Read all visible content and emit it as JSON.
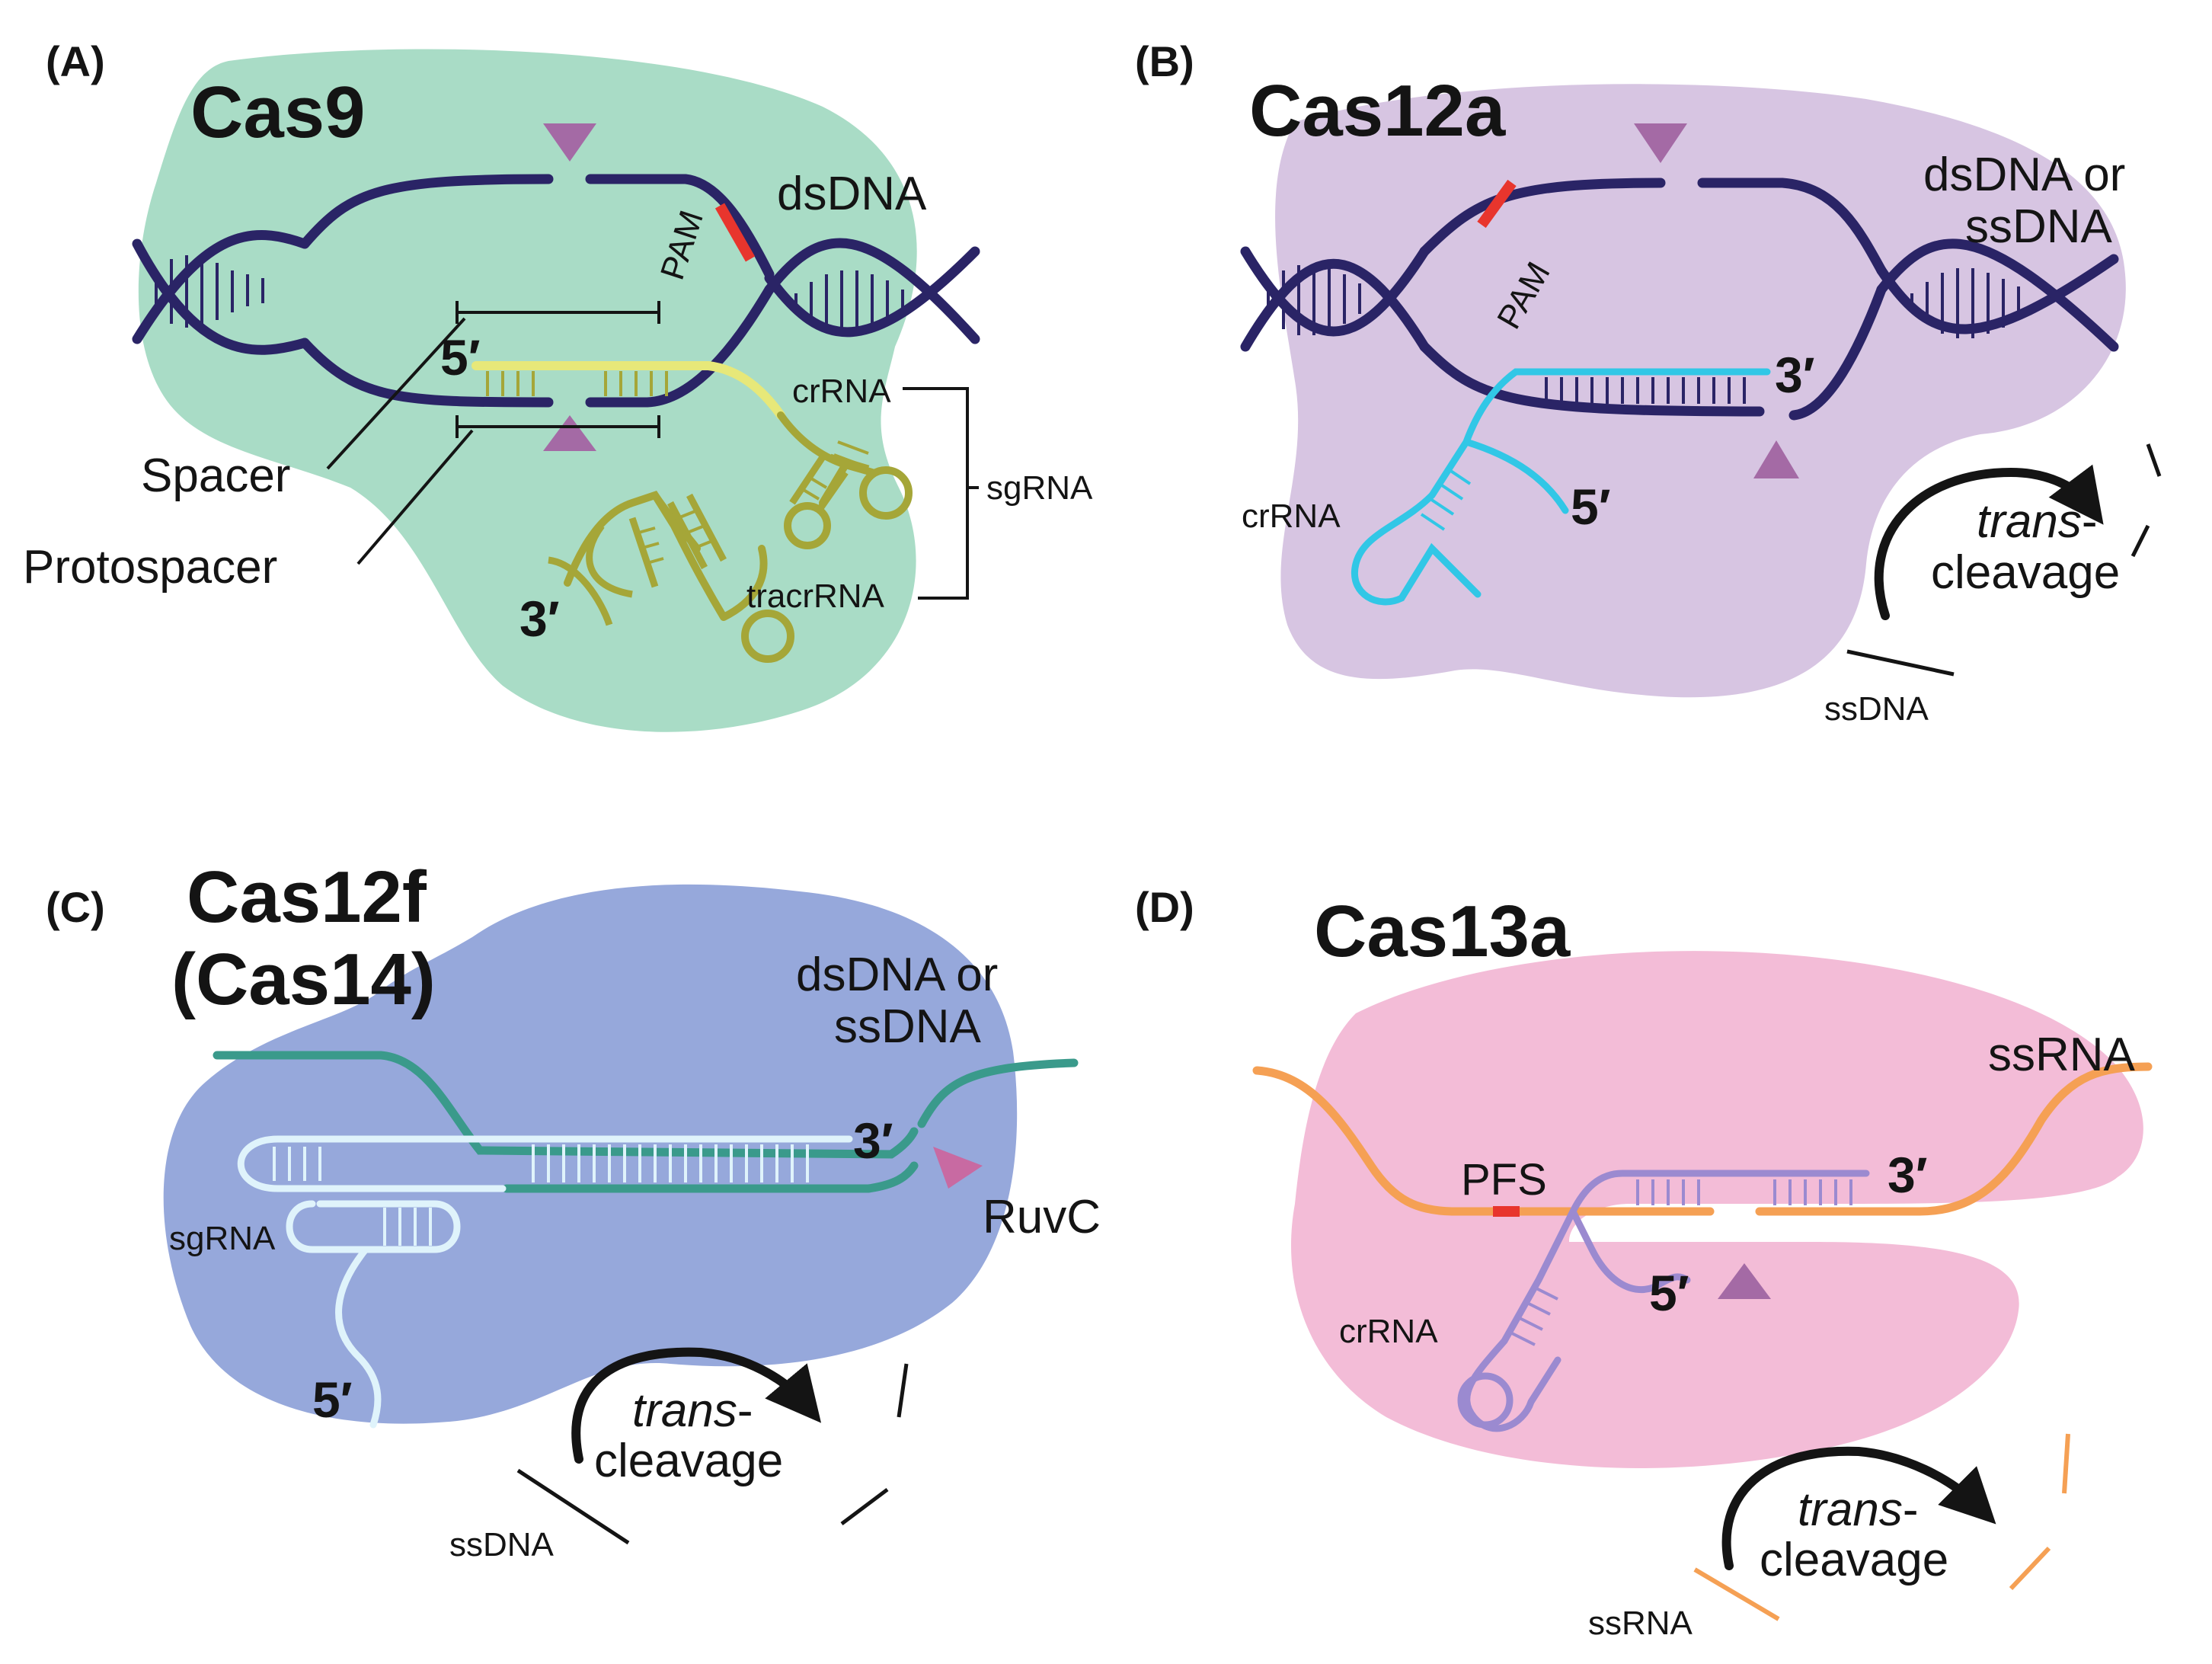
{
  "colors": {
    "cas9_body": "#a9dcc6",
    "cas12a_body": "#d7c5e2",
    "cas12f_body": "#96a8db",
    "cas13a_body": "#f3bcd7",
    "dna_strand": "#2a2466",
    "pam": "#e8352d",
    "cas9_rna": "#e7e879",
    "tracr": "#a5a638",
    "cas12a_crrna": "#31c7e6",
    "cas12f_dna": "#3a9a8b",
    "cas12f_sgrna": "#dff3fb",
    "cas13a_target": "#f5a054",
    "cas13a_crrna": "#9b8ad0",
    "cleavage_marker": "#a46aa5",
    "ruvc_marker": "#c86aa2",
    "ink": "#141414"
  },
  "panels": {
    "A": {
      "panel_label": "(A)",
      "title": "Cas9",
      "target_label": "dsDNA",
      "pam_label": "PAM",
      "five_prime": "5′",
      "three_prime": "3′",
      "spacer_label": "Spacer",
      "protospacer_label": "Protospacer",
      "crrna_label": "crRNA",
      "tracrrna_label": "tracrRNA",
      "sgrna_label": "sgRNA"
    },
    "B": {
      "panel_label": "(B)",
      "title": "Cas12a",
      "target_label_line1": "dsDNA or",
      "target_label_line2": "ssDNA",
      "pam_label": "PAM",
      "three_prime": "3′",
      "five_prime": "5′",
      "crrna_label": "crRNA",
      "trans_italic": "trans",
      "trans_dash": "-",
      "cleavage_word": "cleavage",
      "substrate_label": "ssDNA"
    },
    "C": {
      "panel_label": "(C)",
      "title_line1": "Cas12f",
      "title_line2": "(Cas14)",
      "target_label_line1": "dsDNA or",
      "target_label_line2": "ssDNA",
      "three_prime": "3′",
      "five_prime": "5′",
      "ruvc_label": "RuvC",
      "sgrna_label": "sgRNA",
      "trans_italic": "trans",
      "trans_dash": "-",
      "cleavage_word": "cleavage",
      "substrate_label": "ssDNA"
    },
    "D": {
      "panel_label": "(D)",
      "title": "Cas13a",
      "target_label": "ssRNA",
      "pfs_label": "PFS",
      "three_prime": "3′",
      "five_prime": "5′",
      "crrna_label": "crRNA",
      "trans_italic": "trans",
      "trans_dash": "-",
      "cleavage_word": "cleavage",
      "substrate_label": "ssRNA"
    }
  }
}
